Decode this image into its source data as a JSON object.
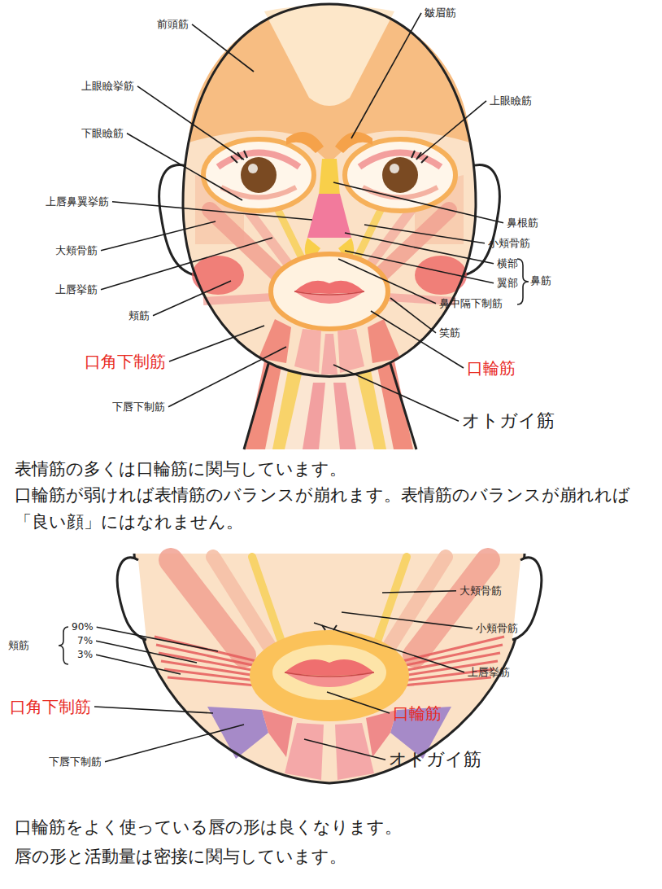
{
  "diagram": {
    "labels": [
      "前頭筋",
      "皺眉筋",
      "上眼瞼挙筋",
      "上眼瞼筋",
      "下眼瞼筋",
      "上唇鼻翼挙筋",
      "鼻根筋",
      "小頬骨筋",
      "大頬骨筋",
      "横部",
      "翼部",
      "鼻筋",
      "上唇挙筋",
      "鼻中隔下制筋",
      "頬筋",
      "笑筋",
      "口角下制筋",
      "口輪筋",
      "下唇下制筋",
      "オトガイ筋",
      "表情筋の多くは口輪筋に関与しています。",
      "口輪筋が弱ければ表情筋のバランスが崩れます。表情筋のバランスが崩れれば「良い顔」にはなれません。",
      "大頬骨筋",
      "小頬骨筋",
      "頬筋",
      "90%",
      "7%",
      "3%",
      "上唇挙筋",
      "口角下制筋",
      "口輪筋",
      "下唇下制筋",
      "オトガイ筋",
      "口輪筋をよく使っている唇の形は良くなります。",
      "唇の形と活動量は密接に関与しています。"
    ]
  }
}
